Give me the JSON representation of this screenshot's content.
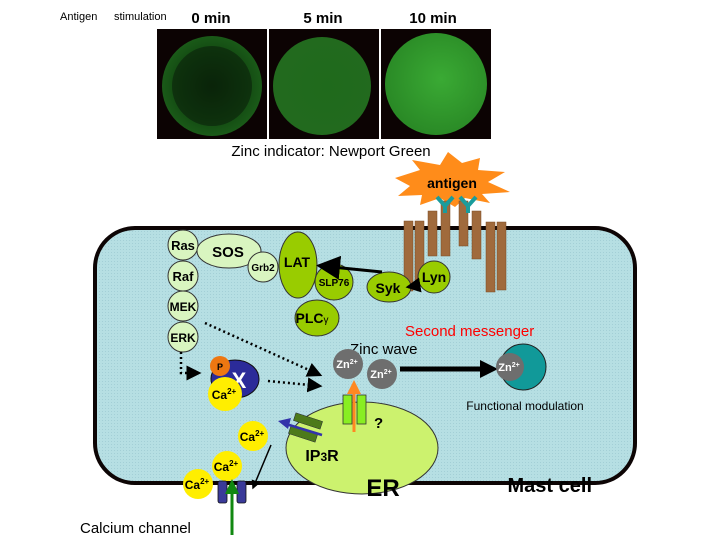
{
  "header": {
    "antigen_label": "Antigen",
    "stimulation_label": "stimulation",
    "time_labels": [
      "0 min",
      "5 min",
      "10 min"
    ],
    "caption": "Zinc indicator: Newport Green"
  },
  "micrographs": [
    {
      "time": "0 min",
      "brightness": 0.3
    },
    {
      "time": "5 min",
      "brightness": 0.55
    },
    {
      "time": "10 min",
      "brightness": 0.85
    }
  ],
  "antigen": {
    "label": "antigen"
  },
  "signaling": {
    "mapk_chain": [
      "Ras",
      "Raf",
      "MEK",
      "ERK"
    ],
    "sos": "SOS",
    "grb2": "Grb2",
    "lat": "LAT",
    "slp76": "SLP76",
    "plc_main": "PLC",
    "plc_sub": "γ",
    "syk": "Syk",
    "lyn": "Lyn"
  },
  "x_complex": {
    "p_label": "P",
    "x_label": "X",
    "ca_label": "Ca",
    "ca_sup": "2+"
  },
  "zinc": {
    "wave_label": "Zinc wave",
    "ion": "Zn",
    "ion_sup": "2+",
    "second_messenger": "Second messenger",
    "functional_modulation": "Functional modulation",
    "question": "?"
  },
  "calcium": {
    "ion": "Ca",
    "ion_sup": "2+",
    "channel_label": "Calcium channel"
  },
  "er": {
    "label": "ER",
    "ip3r_main": "IP",
    "ip3r_sub": "3",
    "ip3r_end": "R"
  },
  "cell": {
    "label": "Mast cell"
  },
  "colors": {
    "cytoplasm": "#b3dde0",
    "membrane": "#0d0505",
    "receptor": "#a06a3c",
    "antigen_burst": "#ff8c1a",
    "antibody": "#1a9c9c",
    "kinase_green": "#99cc00",
    "pale_green": "#d9f5c0",
    "er": "#ccf26e",
    "calcium": "#ffee00",
    "zinc": "#6e6e6e",
    "target_teal": "#119999",
    "x_blue": "#2b2b99",
    "p_orange": "#ee7711",
    "second_messenger": "#ff0000",
    "channel_blue": "#3a3a99",
    "ip3r_green": "#4d7a1a",
    "zinc_channel": "#88ee22",
    "arrow_green": "#118811",
    "arrow_orange": "#ff8822",
    "arrow_blue": "#3333aa"
  }
}
